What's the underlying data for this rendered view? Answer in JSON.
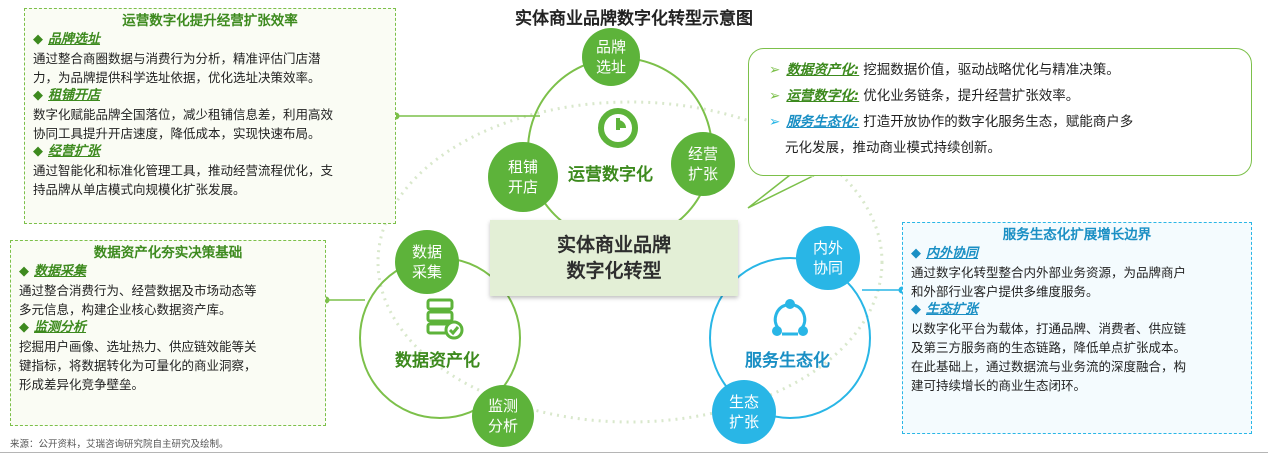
{
  "title": "实体商业品牌数字化转型示意图",
  "center": {
    "line1": "实体商业品牌",
    "line2": "数字化转型"
  },
  "rings": {
    "ops": {
      "label": "运营数字化",
      "nodes": [
        {
          "l1": "品牌",
          "l2": "选址"
        },
        {
          "l1": "经营",
          "l2": "扩张"
        },
        {
          "l1": "租铺",
          "l2": "开店"
        }
      ]
    },
    "data": {
      "label": "数据资产化",
      "nodes": [
        {
          "l1": "数据",
          "l2": "采集"
        },
        {
          "l1": "监测",
          "l2": "分析"
        }
      ]
    },
    "eco": {
      "label": "服务生态化",
      "nodes": [
        {
          "l1": "内外",
          "l2": "协同"
        },
        {
          "l1": "生态",
          "l2": "扩张"
        }
      ]
    }
  },
  "ops_box": {
    "title": "运营数字化提升经营扩张效率",
    "sections": [
      {
        "label": "品牌选址",
        "lines": [
          "通过整合商圈数据与消费行为分析，精准评估门店潜",
          "力，为品牌提供科学选址依据，优化选址决策效率。"
        ]
      },
      {
        "label": "租铺开店",
        "lines": [
          "数字化赋能品牌全国落位，减少租铺信息差，利用高效",
          "协同工具提升开店速度，降低成本，实现快速布局。"
        ]
      },
      {
        "label": "经营扩张",
        "lines": [
          "通过智能化和标准化管理工具，推动经营流程优化，支",
          "持品牌从单店模式向规模化扩张发展。"
        ]
      }
    ]
  },
  "data_box": {
    "title": "数据资产化夯实决策基础",
    "sections": [
      {
        "label": "数据采集",
        "lines": [
          "通过整合消费行为、经营数据及市场动态等",
          "多元信息，构建企业核心数据资产库。"
        ]
      },
      {
        "label": "监测分析",
        "lines": [
          "挖掘用户画像、选址热力、供应链效能等关",
          "键指标，将数据转化为可量化的商业洞察，",
          "形成差异化竞争壁垒。"
        ]
      }
    ]
  },
  "eco_box": {
    "title": "服务生态化扩展增长边界",
    "sections": [
      {
        "label": "内外协同",
        "lines": [
          "通过数字化转型整合内外部业务资源，为品牌商户",
          "和外部行业客户提供多维度服务。"
        ]
      },
      {
        "label": "生态扩张",
        "lines": [
          "以数字化平台为载体，打通品牌、消费者、供应链",
          "及第三方服务商的生态链路，降低单点扩张成本。",
          "在此基础上，通过数据流与业务流的深度融合，构",
          "建可持续增长的商业生态闭环。"
        ]
      }
    ]
  },
  "callout": [
    {
      "label": "数据资产化:",
      "text": "挖掘数据价值，驱动战略优化与精准决策。",
      "style": "green"
    },
    {
      "label": "运营数字化:",
      "text": "优化业务链条，提升经营扩张效率。",
      "style": "green"
    },
    {
      "label": "服务生态化:",
      "text": "打造开放协作的数字化服务生态，赋能商户多",
      "text2": "元化发展，推动商业模式持续创新。",
      "style": "blue"
    }
  ],
  "source": "来源：公开资料，艾瑞咨询研究院自主研究及绘制。",
  "colors": {
    "green": "#5db33a",
    "blue": "#29b6e6",
    "dark_green": "#3d8a1e"
  },
  "icons": [
    "pie-chart-icon",
    "database-check-icon",
    "network-share-icon"
  ]
}
